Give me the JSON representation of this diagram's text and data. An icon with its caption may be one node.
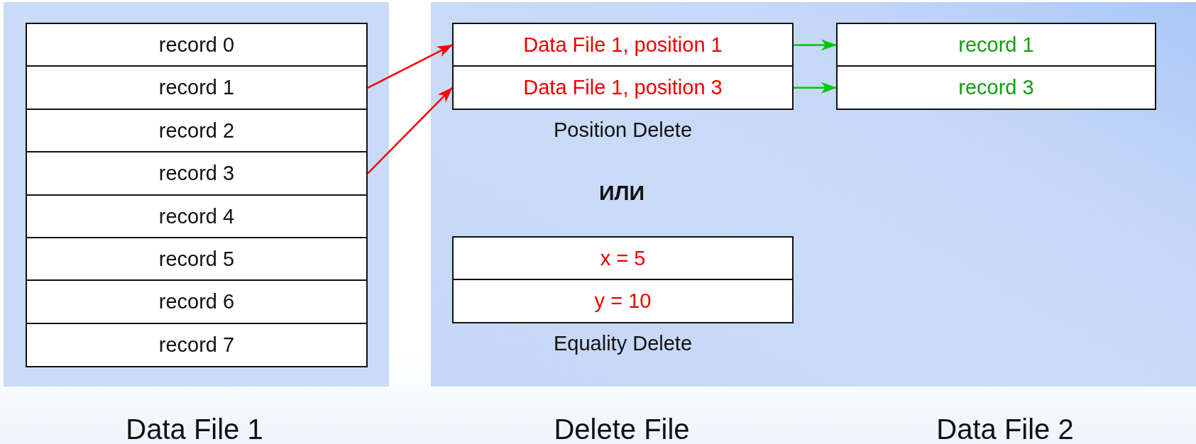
{
  "diagram": {
    "nodes": [
      {
        "text": [],
        "shape": "box"
      },
      {
        "text": [
          "record 0"
        ],
        "in": 0
      },
      {
        "text": [
          "record 1"
        ],
        "in": 0
      },
      {
        "text": [
          "record 2"
        ],
        "in": 0
      },
      {
        "text": [
          "record 3"
        ],
        "in": 0
      },
      {
        "text": [
          "record 4"
        ],
        "in": 0
      },
      {
        "text": [
          "record 5"
        ],
        "in": 0
      },
      {
        "text": [
          "record 6"
        ],
        "in": 0
      },
      {
        "text": [
          "record 7"
        ],
        "in": 0
      },
      {
        "text": [],
        "shape": "box"
      },
      {
        "text": [
          "Position Delete"
        ],
        "in": 9
      },
      {
        "text": [
          "Data File 1, position 1"
        ],
        "in": 10
      },
      {
        "text": [
          "Data File 1, position 3"
        ],
        "in": 10
      },
      {
        "text": [],
        "shape": "box",
        "in": 9
      },
      {
        "text": [
          "record 1"
        ],
        "in": 13
      },
      {
        "text": [
          "record 3"
        ],
        "in": 13
      },
      {
        "text": [
          "Equality Delete"
        ],
        "in": 9
      },
      {
        "text": [
          "x = 5"
        ],
        "in": 16
      },
      {
        "text": [
          "y = 10"
        ],
        "in": 16
      }
    ],
    "edges": [
      {
        "from": 2,
        "to": 11,
        "arrow": "to",
        "color": "#ff0000"
      },
      {
        "from": 4,
        "to": 12,
        "arrow": "to",
        "color": "#ff0000"
      },
      {
        "from": 11,
        "to": 14,
        "arrow": "to",
        "color": "#00c800"
      },
      {
        "from": 12,
        "to": 15,
        "arrow": "to",
        "color": "#00c800"
      }
    ],
    "labels": [
      "ИЛИ",
      "Data File 1",
      "Delete File",
      "Data File 2"
    ]
  }
}
